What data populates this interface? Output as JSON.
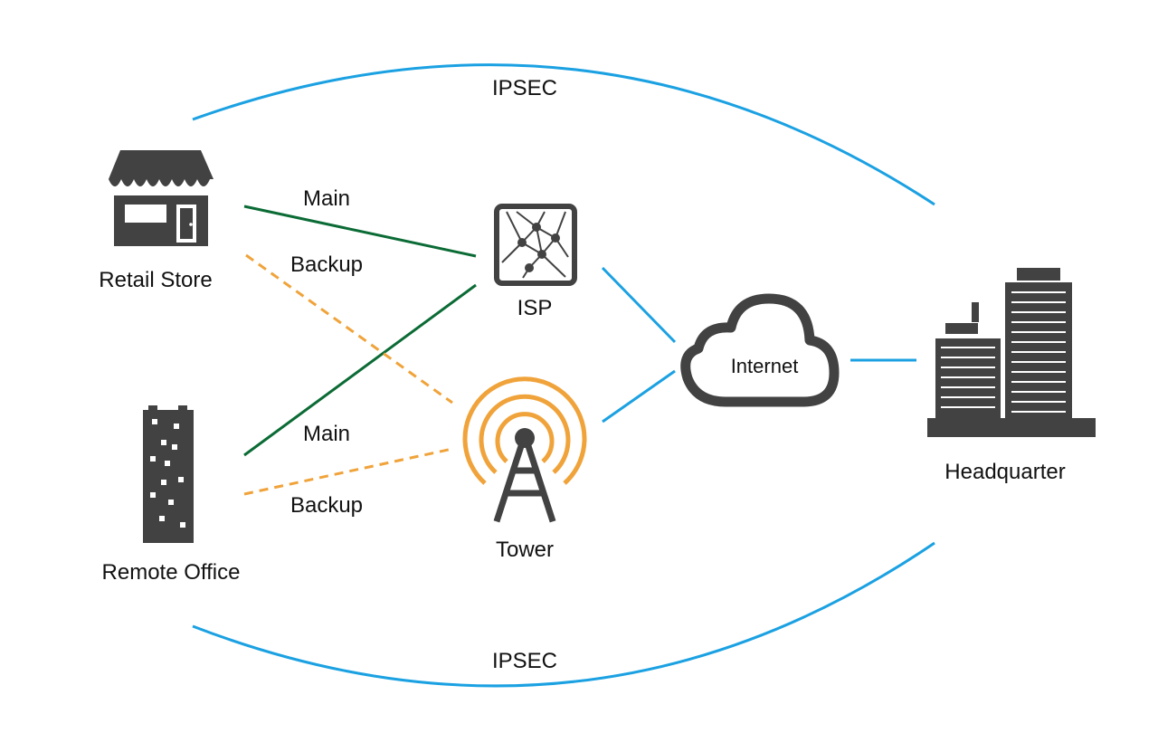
{
  "nodes": {
    "retail_store": "Retail Store",
    "remote_office": "Remote Office",
    "isp": "ISP",
    "tower": "Tower",
    "internet": "Internet",
    "headquarter": "Headquarter"
  },
  "links": {
    "ipsec_top": "IPSEC",
    "ipsec_bottom": "IPSEC",
    "retail_main": "Main",
    "retail_backup": "Backup",
    "remote_main": "Main",
    "remote_backup": "Backup"
  },
  "colors": {
    "icon": "#424242",
    "ipsec_and_internet_links": "#1ba1e2",
    "main_link": "#0b6b35",
    "backup_link": "#f0a33a",
    "tower_signal": "#f0a33a"
  }
}
